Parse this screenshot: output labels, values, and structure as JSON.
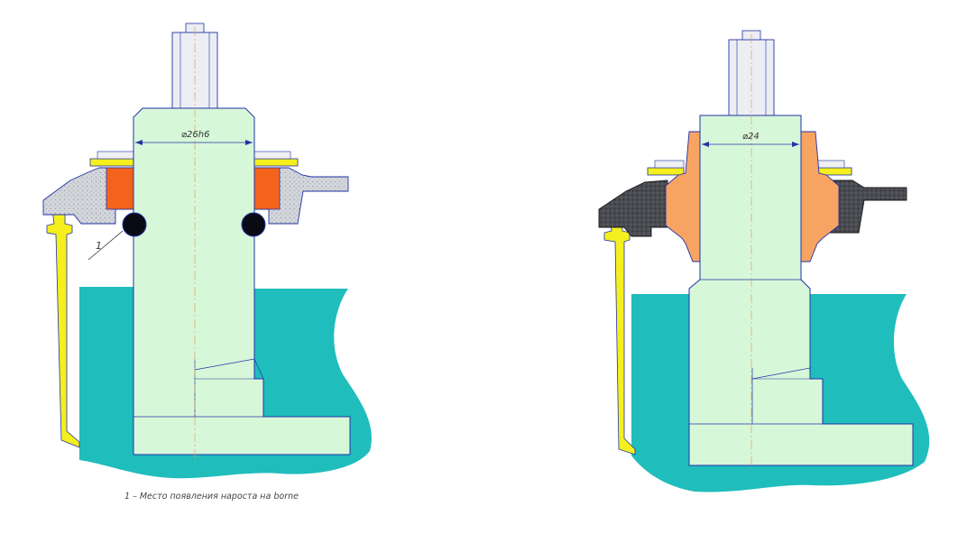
{
  "left_drawing": {
    "diameter_label": "⌀26h6",
    "callout_number": "1"
  },
  "right_drawing": {
    "diameter_label": "⌀24"
  },
  "caption": "1 – Место появления нароста на borne",
  "colors": {
    "shaft": "#d7f7d9",
    "liquid": "#1fbdbc",
    "yellow_pipe": "#f4ef1d",
    "left_seal": "#f4631b",
    "right_seal": "#f7a463",
    "housing_left": "#c5c9cf",
    "housing_right": "#45474c",
    "outline": "#2233a6",
    "center_line": "#e0a060",
    "nut": "#eceef3",
    "o_ring": "#0a0a14"
  }
}
